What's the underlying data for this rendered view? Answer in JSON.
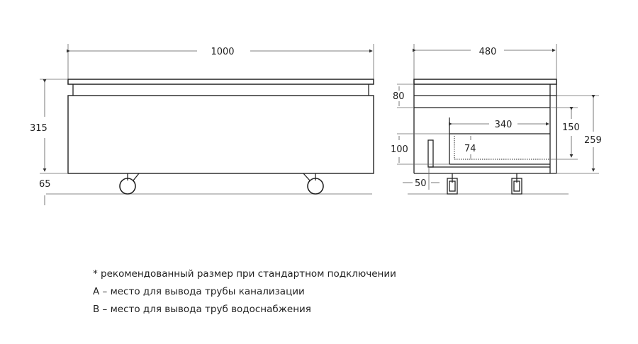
{
  "front_view": {
    "width_label": "1000",
    "height_label": "315",
    "leg_label": "65"
  },
  "side_view": {
    "depth_label": "480",
    "top_offset_label": "80",
    "inner_width_label": "340",
    "inner_height_label": "150",
    "total_height_label": "259",
    "lower_offset_label": "100",
    "recess_label": "74",
    "side_offset_label": "50"
  },
  "notes": {
    "line1": "* рекомендованный размер при стандартном подключении",
    "line2": "А – место для вывода трубы канализации",
    "line3": "В – место для вывода труб водоснабжения"
  },
  "colors": {
    "line": "#222222",
    "dim_line": "#555555",
    "background": "#ffffff"
  }
}
